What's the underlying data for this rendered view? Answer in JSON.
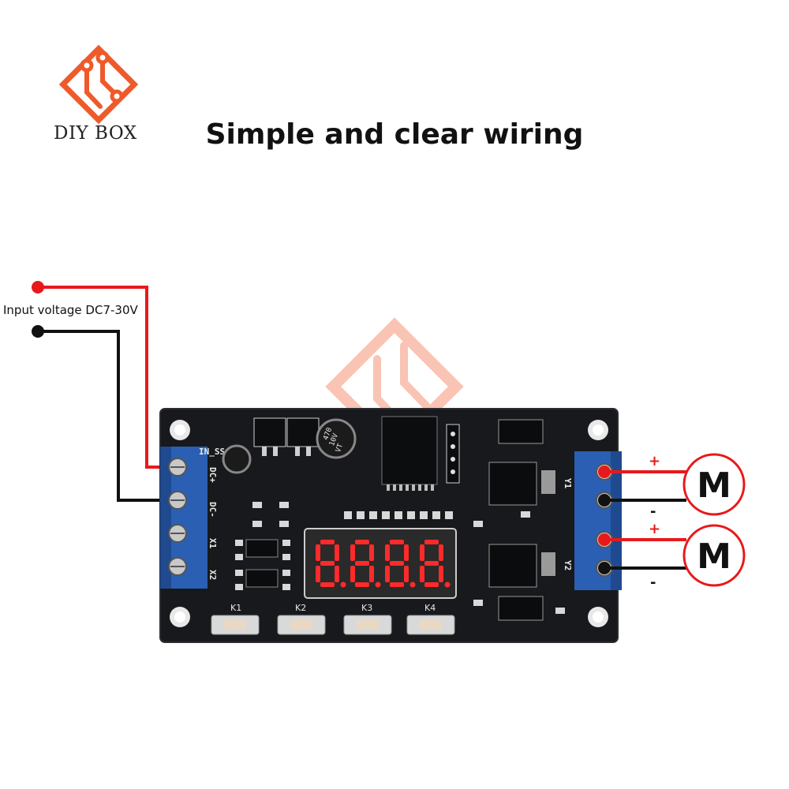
{
  "brand": {
    "name": "DIY BOX",
    "logo_icon": "diy-box-circuit-logo-icon",
    "accent_color": "#ef5a2a"
  },
  "title": "Simple and clear wiring",
  "input": {
    "label": "Input voltage DC7-30V",
    "positive_wire_color": "#e8191b",
    "negative_wire_color": "#111111"
  },
  "board": {
    "input_terminal_labels": [
      "IN_SS",
      "DC+",
      "DC-",
      "X1",
      "X2"
    ],
    "output_terminal_labels": [
      "Y1",
      "Y2"
    ],
    "buttons": [
      "K1",
      "K2",
      "K3",
      "K4"
    ],
    "display_digits": "8.8.8.8.",
    "capacitor_text": [
      "470",
      "10V",
      "VT"
    ]
  },
  "motors": [
    {
      "label": "M",
      "positive": "+",
      "negative": "-"
    },
    {
      "label": "M",
      "positive": "+",
      "negative": "-"
    }
  ]
}
